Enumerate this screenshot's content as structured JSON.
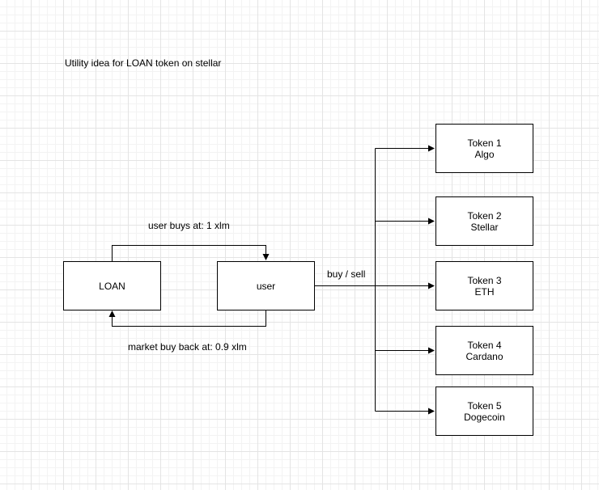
{
  "title": "Utility idea for LOAN token on stellar",
  "nodes": {
    "loan": {
      "label": "LOAN"
    },
    "user": {
      "label": "user"
    },
    "tokens": [
      {
        "line1": "Token 1",
        "line2": "Algo"
      },
      {
        "line1": "Token 2",
        "line2": "Stellar"
      },
      {
        "line1": "Token 3",
        "line2": "ETH"
      },
      {
        "line1": "Token 4",
        "line2": "Cardano"
      },
      {
        "line1": "Token 5",
        "line2": "Dogecoin"
      }
    ]
  },
  "edges": {
    "buy_label": "user buys at: 1 xlm",
    "buyback_label": "market buy back at: 0.9 xlm",
    "trade_label": "buy / sell"
  },
  "colors": {
    "stroke": "#000000",
    "box_fill": "#ffffff",
    "grid": "#e4e4e4"
  }
}
